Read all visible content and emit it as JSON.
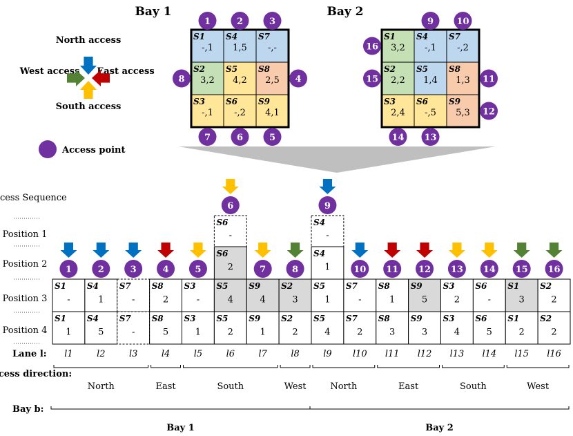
{
  "colors": {
    "blue": "#bdd7ee",
    "green": "#c5e0b4",
    "yellow": "#ffe699",
    "orange": "#f8cbad",
    "gray": "#d9d9d9",
    "purple": "#7030a0",
    "arrow_blue": "#0070c0",
    "arrow_red": "#c00000",
    "arrow_yellow": "#ffc000",
    "arrow_green": "#548235",
    "funnel": "#bfbfbf"
  },
  "legend": {
    "north": "North access",
    "east": "East access",
    "south": "South access",
    "west": "West access",
    "access_point": "Access point"
  },
  "bays": [
    {
      "title": "Bay 1",
      "cells": [
        {
          "s": "S1",
          "v": "-,1",
          "c": "blue"
        },
        {
          "s": "S4",
          "v": "1,5",
          "c": "blue"
        },
        {
          "s": "S7",
          "v": "-,-",
          "c": "blue"
        },
        {
          "s": "S2",
          "v": "3,2",
          "c": "green"
        },
        {
          "s": "S5",
          "v": "4,2",
          "c": "yellow"
        },
        {
          "s": "S8",
          "v": "2,5",
          "c": "orange"
        },
        {
          "s": "S3",
          "v": "-,1",
          "c": "yellow"
        },
        {
          "s": "S6",
          "v": "-,2",
          "c": "yellow"
        },
        {
          "s": "S9",
          "v": "4,1",
          "c": "yellow"
        }
      ],
      "access_points": [
        {
          "n": "1",
          "side": "top",
          "i": 0
        },
        {
          "n": "2",
          "side": "top",
          "i": 1
        },
        {
          "n": "3",
          "side": "top",
          "i": 2
        },
        {
          "n": "8",
          "side": "left",
          "i": 1
        },
        {
          "n": "4",
          "side": "right",
          "i": 1
        },
        {
          "n": "7",
          "side": "bottom",
          "i": 0
        },
        {
          "n": "6",
          "side": "bottom",
          "i": 1
        },
        {
          "n": "5",
          "side": "bottom",
          "i": 2
        }
      ]
    },
    {
      "title": "Bay 2",
      "cells": [
        {
          "s": "S1",
          "v": "3,2",
          "c": "green"
        },
        {
          "s": "S4",
          "v": "-,1",
          "c": "blue"
        },
        {
          "s": "S7",
          "v": "-,2",
          "c": "blue"
        },
        {
          "s": "S2",
          "v": "2,2",
          "c": "green"
        },
        {
          "s": "S5",
          "v": "1,4",
          "c": "blue"
        },
        {
          "s": "S8",
          "v": "1,3",
          "c": "orange"
        },
        {
          "s": "S3",
          "v": "2,4",
          "c": "yellow"
        },
        {
          "s": "S6",
          "v": "-,5",
          "c": "yellow"
        },
        {
          "s": "S9",
          "v": "5,3",
          "c": "orange"
        }
      ],
      "access_points": [
        {
          "n": "9",
          "side": "top",
          "i": 1
        },
        {
          "n": "10",
          "side": "top",
          "i": 2
        },
        {
          "n": "16",
          "side": "left",
          "i": 0
        },
        {
          "n": "15",
          "side": "left",
          "i": 1
        },
        {
          "n": "11",
          "side": "right",
          "i": 1
        },
        {
          "n": "12",
          "side": "right",
          "i": 2
        },
        {
          "n": "14",
          "side": "bottom",
          "i": 0
        },
        {
          "n": "13",
          "side": "bottom",
          "i": 1
        }
      ]
    }
  ],
  "row_labels": {
    "access_sequence": "Access Sequence",
    "position1": "Position 1",
    "position2": "Position 2",
    "position3": "Position 3",
    "position4": "Position 4",
    "lane": "Lane l:",
    "access_direction": "Access direction:",
    "bay": "Bay b:"
  },
  "lanes": [
    {
      "label": "l1",
      "ap": "1",
      "arrow": "arrow_blue",
      "p3": {
        "s": "S1",
        "v": "-"
      },
      "p4": {
        "s": "S1",
        "v": "1"
      }
    },
    {
      "label": "l2",
      "ap": "2",
      "arrow": "arrow_blue",
      "p3": {
        "s": "S4",
        "v": "1"
      },
      "p4": {
        "s": "S4",
        "v": "5"
      }
    },
    {
      "label": "l3",
      "ap": "3",
      "arrow": "arrow_blue",
      "p3": {
        "s": "S7",
        "v": "-",
        "dashed": true
      },
      "p4": {
        "s": "S7",
        "v": "-",
        "dashed": true
      }
    },
    {
      "label": "l4",
      "ap": "4",
      "arrow": "arrow_red",
      "p3": {
        "s": "S8",
        "v": "2"
      },
      "p4": {
        "s": "S8",
        "v": "5"
      }
    },
    {
      "label": "l5",
      "ap": "5",
      "arrow": "arrow_yellow",
      "p3": {
        "s": "S3",
        "v": "-"
      },
      "p4": {
        "s": "S3",
        "v": "1"
      }
    },
    {
      "label": "l6",
      "ap": "6",
      "arrow": "arrow_yellow",
      "top": true,
      "p1": {
        "s": "S6",
        "v": "-",
        "dashed": true
      },
      "p2": {
        "s": "S6",
        "v": "2",
        "gray": true
      },
      "p3": {
        "s": "S5",
        "v": "4",
        "gray": true
      },
      "p4": {
        "s": "S5",
        "v": "2"
      }
    },
    {
      "label": "l7",
      "ap": "7",
      "arrow": "arrow_yellow",
      "p3": {
        "s": "S9",
        "v": "4",
        "gray": true
      },
      "p4": {
        "s": "S9",
        "v": "1"
      }
    },
    {
      "label": "l8",
      "ap": "8",
      "arrow": "arrow_green",
      "p3": {
        "s": "S2",
        "v": "3",
        "gray": true
      },
      "p4": {
        "s": "S2",
        "v": "2"
      }
    },
    {
      "label": "l9",
      "ap": "9",
      "arrow": "arrow_blue",
      "top": true,
      "p1": {
        "s": "S4",
        "v": "-",
        "dashed": true
      },
      "p2": {
        "s": "S4",
        "v": "1"
      },
      "p3": {
        "s": "S5",
        "v": "1"
      },
      "p4": {
        "s": "S5",
        "v": "4"
      }
    },
    {
      "label": "l10",
      "ap": "10",
      "arrow": "arrow_blue",
      "p3": {
        "s": "S7",
        "v": "-"
      },
      "p4": {
        "s": "S7",
        "v": "2"
      }
    },
    {
      "label": "l11",
      "ap": "11",
      "arrow": "arrow_red",
      "p3": {
        "s": "S8",
        "v": "1"
      },
      "p4": {
        "s": "S8",
        "v": "3"
      }
    },
    {
      "label": "l12",
      "ap": "12",
      "arrow": "arrow_red",
      "p3": {
        "s": "S9",
        "v": "5",
        "gray": true
      },
      "p4": {
        "s": "S9",
        "v": "3"
      }
    },
    {
      "label": "l13",
      "ap": "13",
      "arrow": "arrow_yellow",
      "p3": {
        "s": "S3",
        "v": "2"
      },
      "p4": {
        "s": "S3",
        "v": "4"
      }
    },
    {
      "label": "l14",
      "ap": "14",
      "arrow": "arrow_yellow",
      "p3": {
        "s": "S6",
        "v": "-"
      },
      "p4": {
        "s": "S6",
        "v": "5"
      }
    },
    {
      "label": "l15",
      "ap": "15",
      "arrow": "arrow_green",
      "p3": {
        "s": "S1",
        "v": "3",
        "gray": true
      },
      "p4": {
        "s": "S1",
        "v": "2"
      }
    },
    {
      "label": "l16",
      "ap": "16",
      "arrow": "arrow_green",
      "p3": {
        "s": "S2",
        "v": "2"
      },
      "p4": {
        "s": "S2",
        "v": "2"
      }
    }
  ],
  "directions": [
    {
      "label": "North",
      "from": 0,
      "to": 2
    },
    {
      "label": "East",
      "from": 3,
      "to": 3
    },
    {
      "label": "South",
      "from": 4,
      "to": 6
    },
    {
      "label": "West",
      "from": 7,
      "to": 7
    },
    {
      "label": "North",
      "from": 8,
      "to": 9
    },
    {
      "label": "East",
      "from": 10,
      "to": 11
    },
    {
      "label": "South",
      "from": 12,
      "to": 13
    },
    {
      "label": "West",
      "from": 14,
      "to": 15
    }
  ],
  "bay_groups": [
    {
      "label": "Bay 1",
      "from": 0,
      "to": 7
    },
    {
      "label": "Bay 2",
      "from": 8,
      "to": 15
    }
  ]
}
